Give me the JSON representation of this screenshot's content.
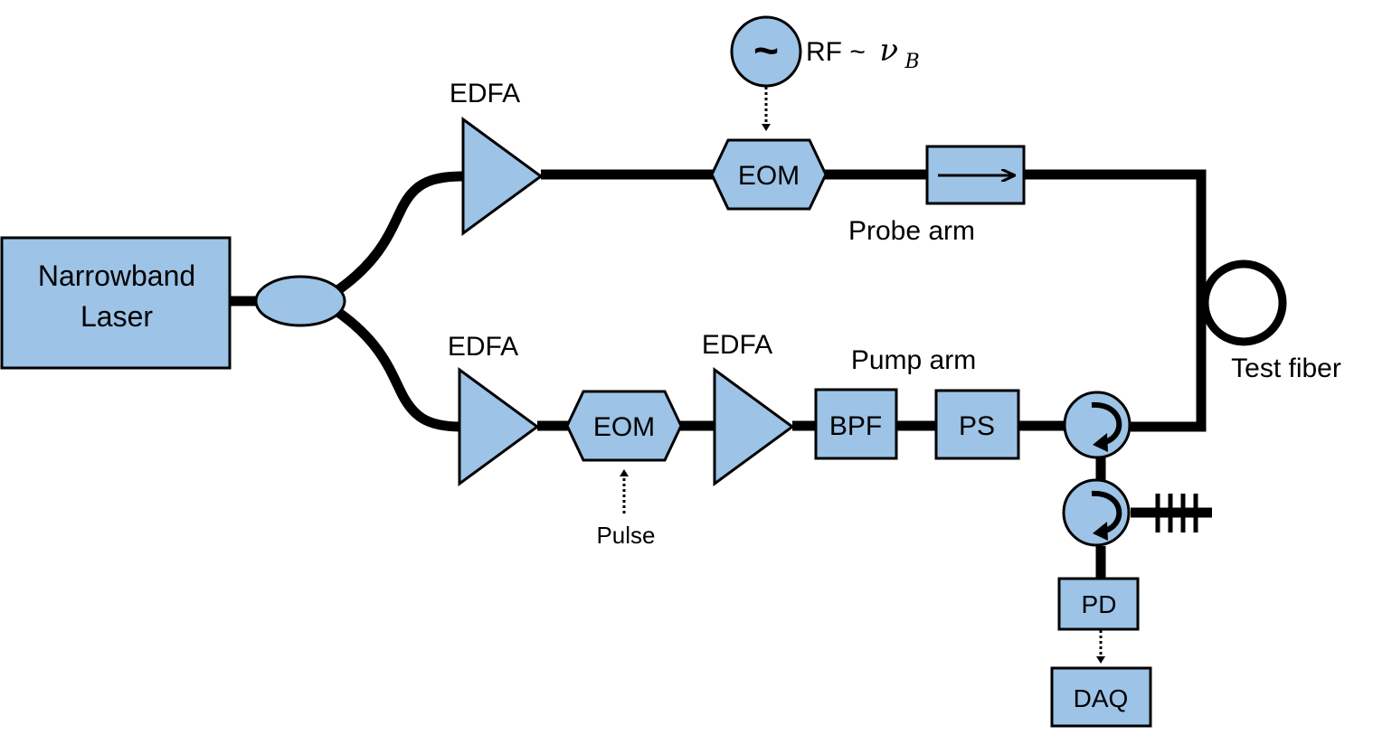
{
  "colors": {
    "component_fill": "#9dc3e6",
    "line": "#000000",
    "background": "#ffffff"
  },
  "laser": {
    "label_line1": "Narrowband",
    "label_line2": "Laser"
  },
  "probe_arm": {
    "edfa_label": "EDFA",
    "eom_label": "EOM",
    "rf_prefix": "RF ~",
    "rf_symbol": "ν",
    "rf_subscript": "B",
    "rf_source_glyph": "~",
    "isolator_icon": "right-arrow-icon",
    "arm_label": "Probe arm"
  },
  "pump_arm": {
    "edfa1_label": "EDFA",
    "eom_label": "EOM",
    "pulse_label": "Pulse",
    "edfa2_label": "EDFA",
    "arm_label": "Pump arm",
    "bpf_label": "BPF",
    "ps_label": "PS"
  },
  "detection": {
    "test_fiber_label": "Test fiber",
    "pd_label": "PD",
    "daq_label": "DAQ",
    "circulator_icon": "circulator-arrow-icon",
    "grating_icon": "fiber-bragg-grating-icon"
  }
}
